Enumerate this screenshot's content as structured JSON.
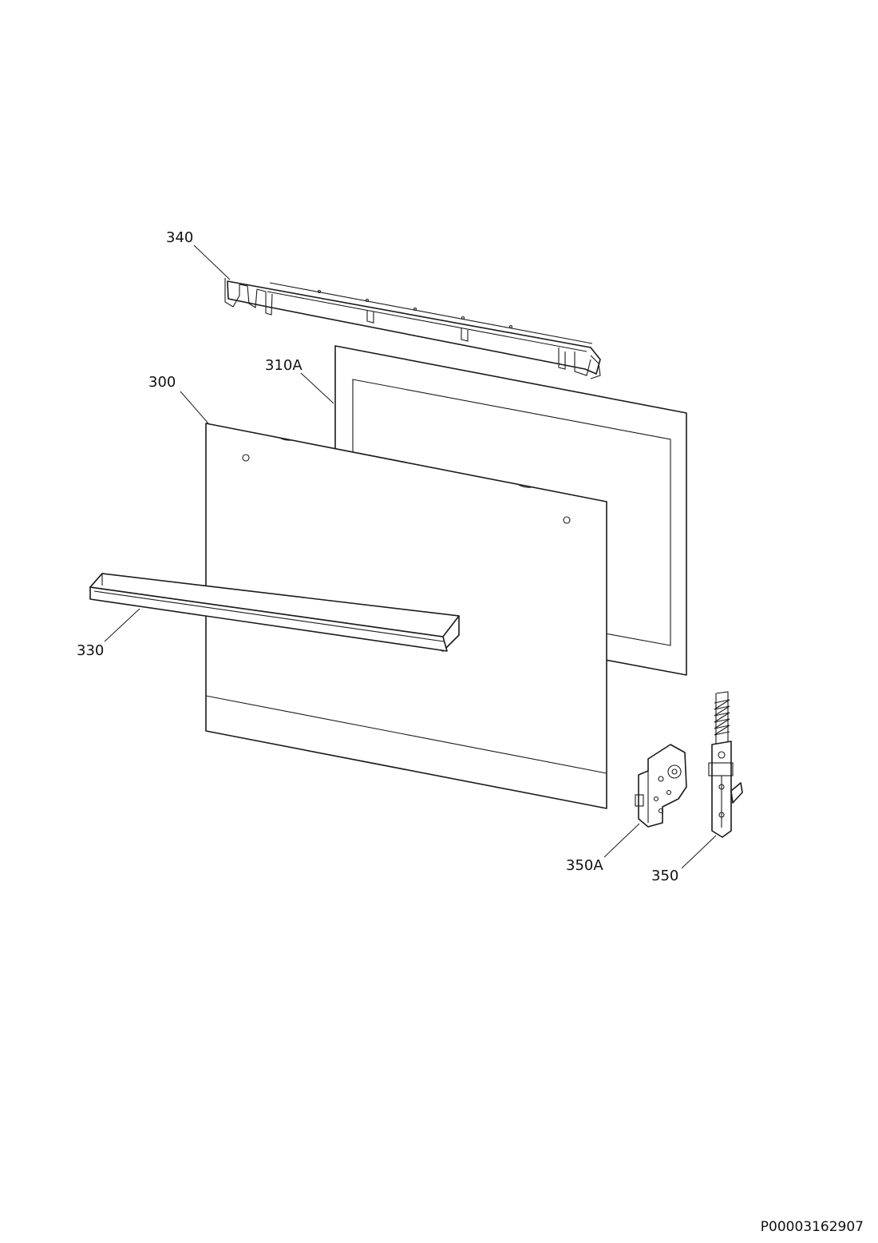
{
  "callouts": {
    "c340": "340",
    "c310A": "310A",
    "c300": "300",
    "c330": "330",
    "c350A": "350A",
    "c350": "350"
  },
  "document_number": "P00003162907",
  "colors": {
    "line": "#1a1a1a",
    "background": "#ffffff"
  }
}
